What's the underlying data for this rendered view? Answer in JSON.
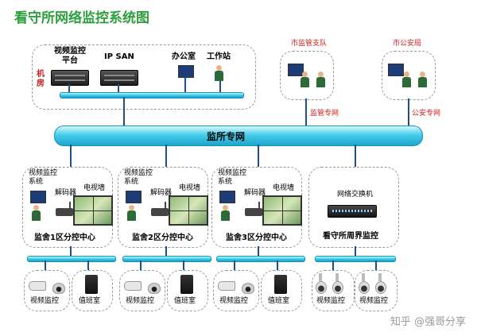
{
  "title": "看守所网络监控系统图",
  "machine_room": {
    "label": "机房",
    "items": [
      "视频监控\n平台",
      "IP SAN",
      "办公室",
      "工作站"
    ]
  },
  "remote": [
    {
      "label": "市监管支队",
      "link": "监管专网"
    },
    {
      "label": "市公安局",
      "link": "公安专网"
    }
  ],
  "backbone_label": "监所专网",
  "centers": [
    {
      "title": "监舍1区分控中心",
      "video_system": "视频监控\n系统",
      "decoder": "解码器",
      "tv_wall": "电视墙",
      "camera": "视频监控",
      "duty": "值班室"
    },
    {
      "title": "监舍2区分控中心",
      "video_system": "视频监控\n系统",
      "decoder": "解码器",
      "tv_wall": "电视墙",
      "camera": "视频监控",
      "duty": "值班室"
    },
    {
      "title": "监舍3区分控中心",
      "video_system": "视频监控\n系统",
      "decoder": "解码器",
      "tv_wall": "电视墙",
      "camera": "视频监控",
      "duty": "值班室"
    }
  ],
  "perimeter": {
    "title": "看守所周界监控",
    "switch": "网络交换机",
    "camera1": "视频监控",
    "camera2": "视频监控"
  },
  "watermark": "知乎 @强哥分享"
}
